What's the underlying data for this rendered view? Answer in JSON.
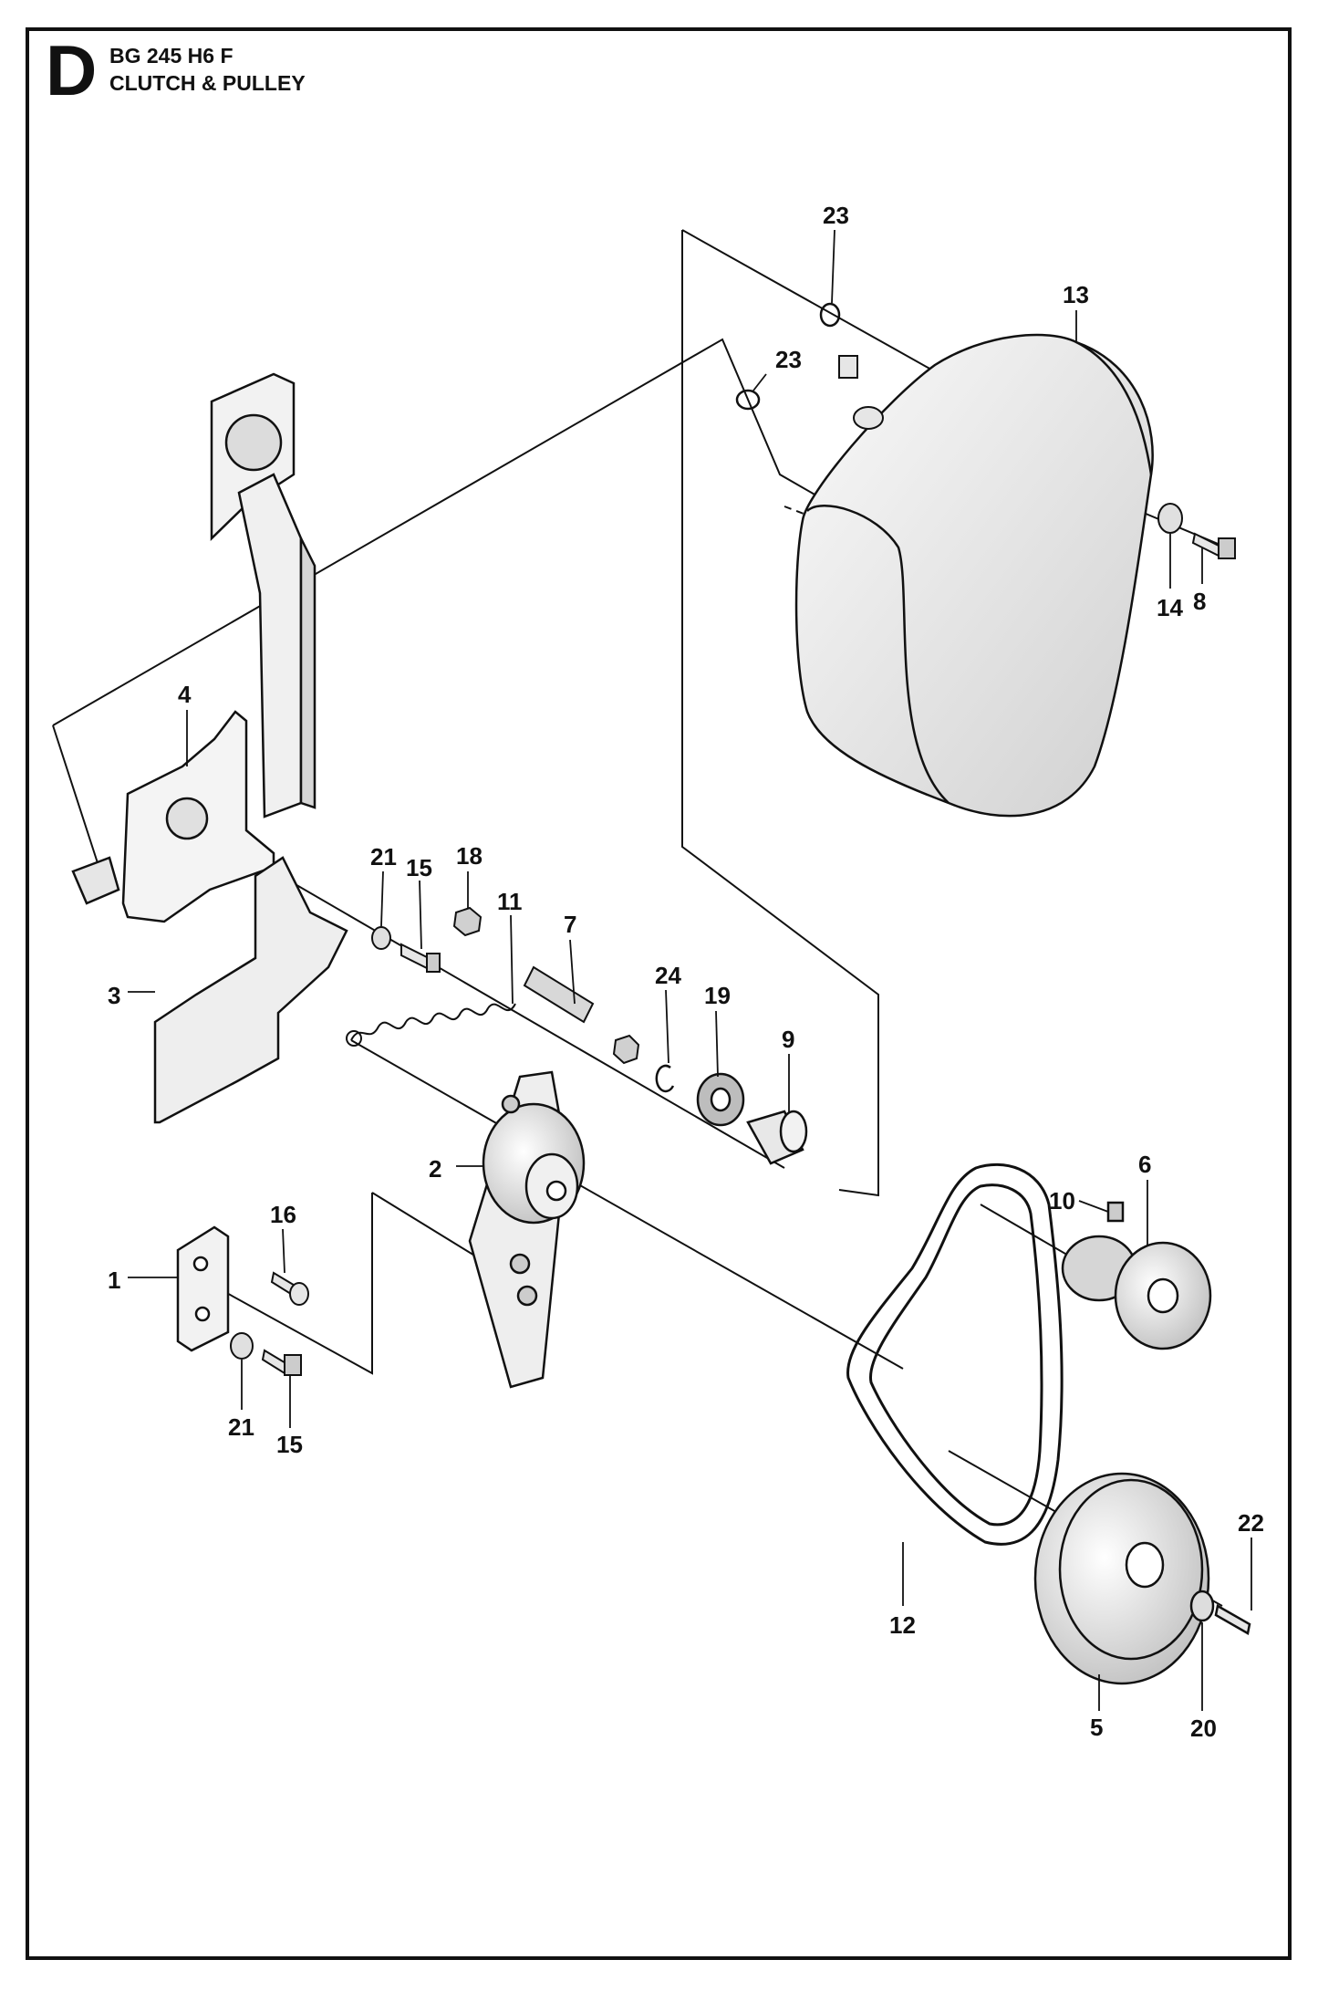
{
  "header": {
    "section_letter": "D",
    "model": "BG 245 H6 F",
    "title": "CLUTCH & PULLEY"
  },
  "callouts": {
    "c1": "1",
    "c2": "2",
    "c3": "3",
    "c4": "4",
    "c5": "5",
    "c6": "6",
    "c7": "7",
    "c8": "8",
    "c9": "9",
    "c10": "10",
    "c11": "11",
    "c12": "12",
    "c13": "13",
    "c14": "14",
    "c15a": "15",
    "c15b": "15",
    "c16": "16",
    "c18": "18",
    "c19": "19",
    "c20": "20",
    "c21a": "21",
    "c21b": "21",
    "c22": "22",
    "c23a": "23",
    "c23b": "23",
    "c24": "24"
  },
  "colors": {
    "line": "#111111",
    "fill_light": "#f2f2f2",
    "fill_mid": "#d9d9d9",
    "fill_dark": "#9a9a9a"
  }
}
